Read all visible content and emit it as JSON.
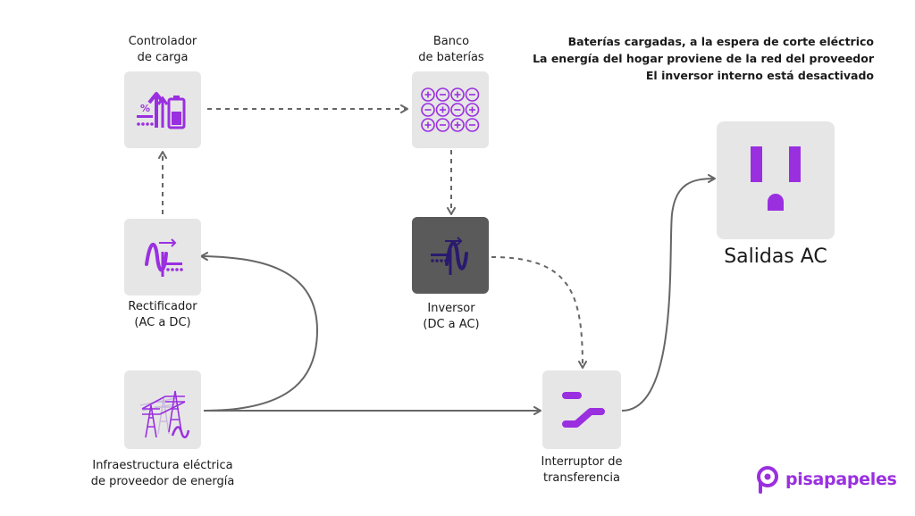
{
  "status_lines": [
    "Baterías cargadas, a la espera de corte eléctrico",
    "La energía del hogar proviene de la red del proveedor",
    "El inversor interno está desactivado"
  ],
  "nodes": {
    "controller": {
      "label": [
        "Controlador",
        "de carga"
      ],
      "icon": "charge-controller-icon",
      "percent_symbol": "%"
    },
    "battery_bank": {
      "label": [
        "Banco",
        "de baterías"
      ],
      "icon": "battery-bank-icon"
    },
    "rectifier": {
      "label": [
        "Rectificador",
        "(AC a DC)"
      ],
      "icon": "rectifier-icon"
    },
    "inverter": {
      "label": [
        "Inversor",
        "(DC a AC)"
      ],
      "icon": "inverter-icon",
      "state": "inactive"
    },
    "grid": {
      "label": [
        "Infraestructura eléctrica",
        "de proveedor de energía"
      ],
      "icon": "power-grid-icon"
    },
    "transfer_switch": {
      "label": [
        "Interruptor de",
        "transferencia"
      ],
      "icon": "transfer-switch-icon"
    },
    "ac_outlets": {
      "label": "Salidas AC",
      "icon": "ac-outlet-icon"
    }
  },
  "brand": {
    "name": "pisapapeles",
    "color": "#9a2fe0"
  },
  "colors": {
    "accent": "#9a2fe0",
    "box": "#e6e6e6",
    "box_inactive": "#5a5a5a",
    "connector": "#666666",
    "inverter_icon": "#2a1a6e"
  }
}
